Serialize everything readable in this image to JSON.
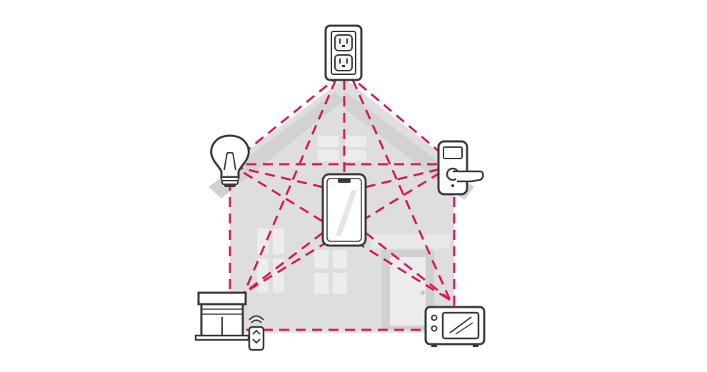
{
  "scene": {
    "description_free": true,
    "colors": {
      "background": "#ffffff",
      "house_fill": "#dedede",
      "house_detail": "#ececec",
      "dash": "#d81b55",
      "outline": "#3a3a3a",
      "device_fill": "#ffffff"
    },
    "devices": [
      {
        "id": "outlet",
        "icon": "power-outlet-icon"
      },
      {
        "id": "bulb",
        "icon": "light-bulb-icon"
      },
      {
        "id": "lock",
        "icon": "smart-lock-icon"
      },
      {
        "id": "phone",
        "icon": "smartphone-icon"
      },
      {
        "id": "blinds",
        "icon": "window-blinds-icon"
      },
      {
        "id": "remote",
        "icon": "blinds-remote-icon"
      },
      {
        "id": "microwave",
        "icon": "microwave-icon"
      }
    ]
  }
}
